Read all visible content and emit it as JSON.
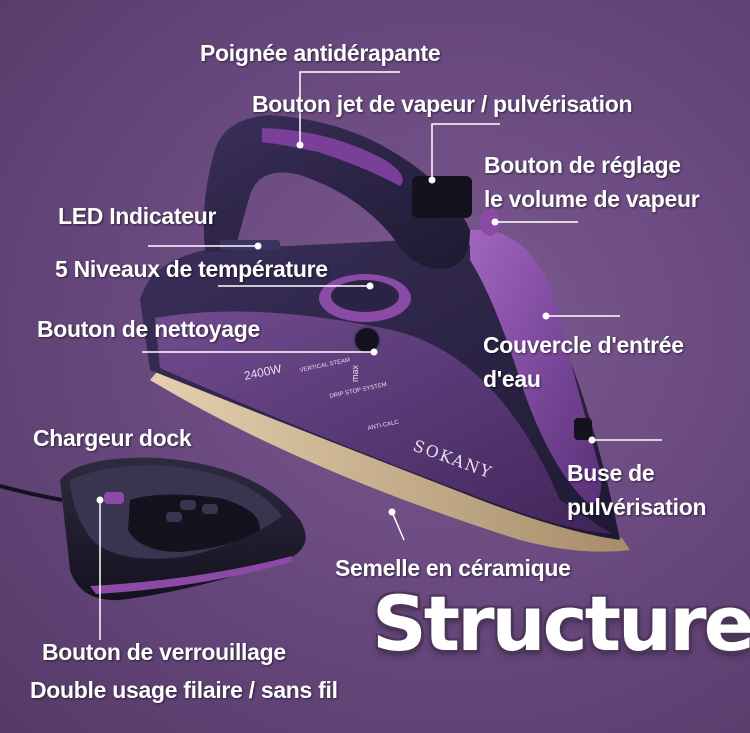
{
  "colors": {
    "background": "#6a4a80",
    "iron_body": "#2a2344",
    "iron_accent": "#8a4aa6",
    "soleplate": "#c7ad8c",
    "label_text": "#ffffff",
    "leader_line": "#ffffff"
  },
  "product": {
    "brand": "SOKANY",
    "power": "2400W",
    "features": [
      "VERTICAL STEAM",
      "DRIP STOP SYSTEM",
      "ANTI-CALC"
    ],
    "max_mark": "max"
  },
  "title": "Structure",
  "labels": {
    "handle": "Poignée antidérapante",
    "steam_button": "Bouton jet de vapeur / pulvérisation",
    "steam_volume_line1": "Bouton de réglage",
    "steam_volume_line2": "le volume de vapeur",
    "led": "LED Indicateur",
    "temperature": "5 Niveaux de température",
    "cleaning": "Bouton de nettoyage",
    "water_cover_line1": "Couvercle d'entrée",
    "water_cover_line2": "d'eau",
    "dock": "Chargeur dock",
    "spray_line1": "Buse de",
    "spray_line2": "pulvérisation",
    "soleplate": "Semelle en céramique",
    "lock_button": "Bouton de verrouillage",
    "dual_use": "Double usage filaire / sans fil"
  }
}
